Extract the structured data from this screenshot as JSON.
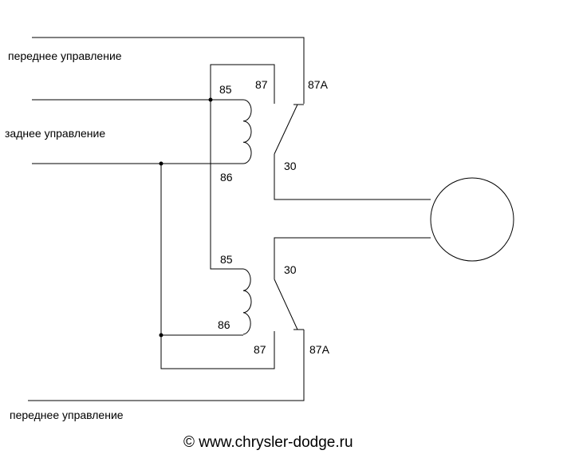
{
  "labels": {
    "front_control_top": "переднее управление",
    "rear_control": "заднее управление",
    "front_control_bottom": "переднее управление"
  },
  "relay_top": {
    "pin_85": "85",
    "pin_86": "86",
    "pin_87": "87",
    "pin_87a": "87A",
    "pin_30": "30"
  },
  "relay_bottom": {
    "pin_85": "85",
    "pin_86": "86",
    "pin_87": "87",
    "pin_87a": "87A",
    "pin_30": "30"
  },
  "copyright": "© www.chrysler-dodge.ru",
  "colors": {
    "wire": "#000000",
    "copyright": "#d40000",
    "background": "#ffffff"
  }
}
